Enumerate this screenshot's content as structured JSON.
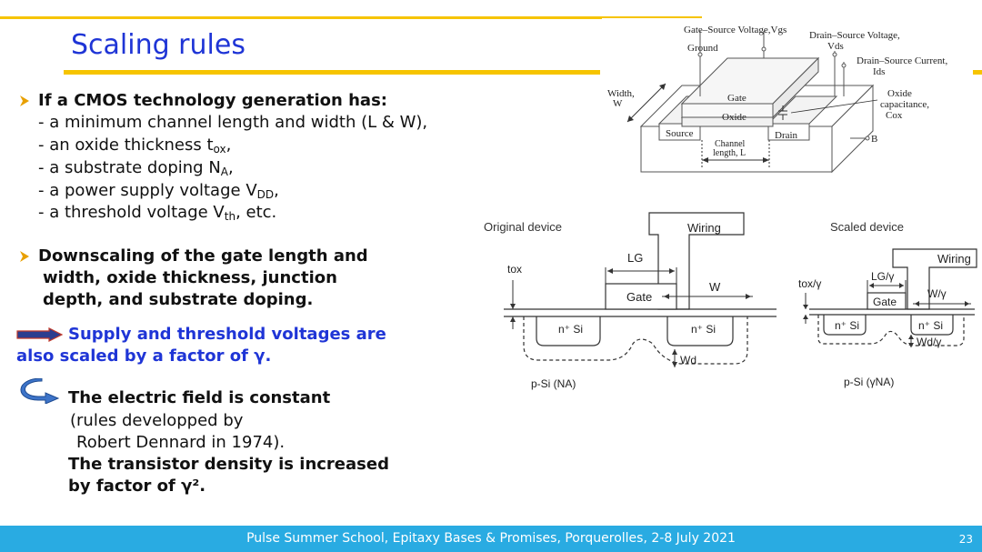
{
  "title": "Scaling rules",
  "bullets": {
    "b1_head": "If a CMOS technology generation has:",
    "b1_l1": "- a minimum channel length and width (L & W),",
    "b1_l2_pre": "- an oxide thickness t",
    "b1_l2_sub": "ox",
    "b1_l2_post": ",",
    "b1_l3_pre": "- a substrate doping N",
    "b1_l3_sub": "A",
    "b1_l3_post": ",",
    "b1_l4_pre": "- a power supply voltage V",
    "b1_l4_sub": "DD",
    "b1_l4_post": ",",
    "b1_l5_pre": "- a threshold voltage V",
    "b1_l5_sub": "th",
    "b1_l5_post": ", etc.",
    "b2_l1": "Downscaling of the gate length and",
    "b2_l2": "width, oxide thickness, junction",
    "b2_l3": "depth, and substrate doping.",
    "b3_l1": "Supply and threshold voltages are",
    "b3_l2": "also scaled by a factor of γ.",
    "b4_l1": "The electric field is constant",
    "b4_l2": "(rules developped by",
    "b4_l3": "Robert Dennard in 1974).",
    "b4_l4": "The transistor density is increased",
    "b4_l5": "by factor of γ²."
  },
  "mosfet3d": {
    "gate_source_voltage": "Gate–Source Voltage,Vgs",
    "ground": "Ground",
    "drain_source_voltage": "Drain–Source Voltage,",
    "vds": "Vds",
    "drain_source_current": "Drain–Source Current,",
    "ids": "Ids",
    "width": "Width,",
    "w": "W",
    "gate": "Gate",
    "oxide": "Oxide",
    "oxide_cap": "Oxide",
    "capacitance": "capacitance,",
    "cox": "Cox",
    "source": "Source",
    "drain": "Drain",
    "channel": "Channel",
    "length": "length, L",
    "b": "B"
  },
  "scaling_diagram": {
    "original_device": "Original device",
    "scaled_device": "Scaled device",
    "wiring": "Wiring",
    "tox": "tox",
    "lg": "LG",
    "w": "W",
    "gate": "Gate",
    "n_si": "n⁺ Si",
    "wd": "Wd",
    "p_si": "p-Si (NA)",
    "tox_scaled": "tox/γ",
    "lg_scaled": "LG/γ",
    "w_scaled": "W/γ",
    "wd_scaled": "Wd/γ",
    "p_si_scaled": "p-Si (γNA)"
  },
  "footer": {
    "text": "Pulse Summer School, Epitaxy Bases & Promises, Porquerolles, 2-8 July 2021",
    "page": "23"
  },
  "colors": {
    "accent_yellow": "#f6c400",
    "title_blue": "#1f35d6",
    "footer_blue": "#29abe2",
    "arrow_navy": "#2b3d8f",
    "arrow_red": "#c0392b",
    "bullet_orange": "#e8a000"
  }
}
